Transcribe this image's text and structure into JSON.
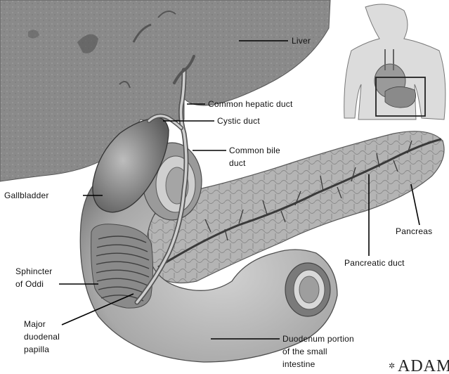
{
  "labels": {
    "liver": "Liver",
    "common_hepatic_duct": "Common hepatic duct",
    "cystic_duct": "Cystic duct",
    "common_bile_duct_1": "Common bile",
    "common_bile_duct_2": "duct",
    "gallbladder": "Gallbladder",
    "pancreas": "Pancreas",
    "pancreatic_duct": "Pancreatic duct",
    "sphincter_1": "Sphincter",
    "sphincter_2": "of Oddi",
    "papilla_1": "Major",
    "papilla_2": "duodenal",
    "papilla_3": "papilla",
    "duodenum_1": "Duodenum portion",
    "duodenum_2": "of the small",
    "duodenum_3": "intestine"
  },
  "brand": {
    "mark": "✲",
    "name": "ADAM"
  },
  "colors": {
    "liver": "#8c8c8c",
    "organ_light": "#c8c8c8",
    "organ_mid": "#a8a8a8",
    "organ_dark": "#5a5a5a",
    "background": "#ffffff"
  },
  "icons": {
    "inset": "torso-with-highlighted-abdomen"
  }
}
